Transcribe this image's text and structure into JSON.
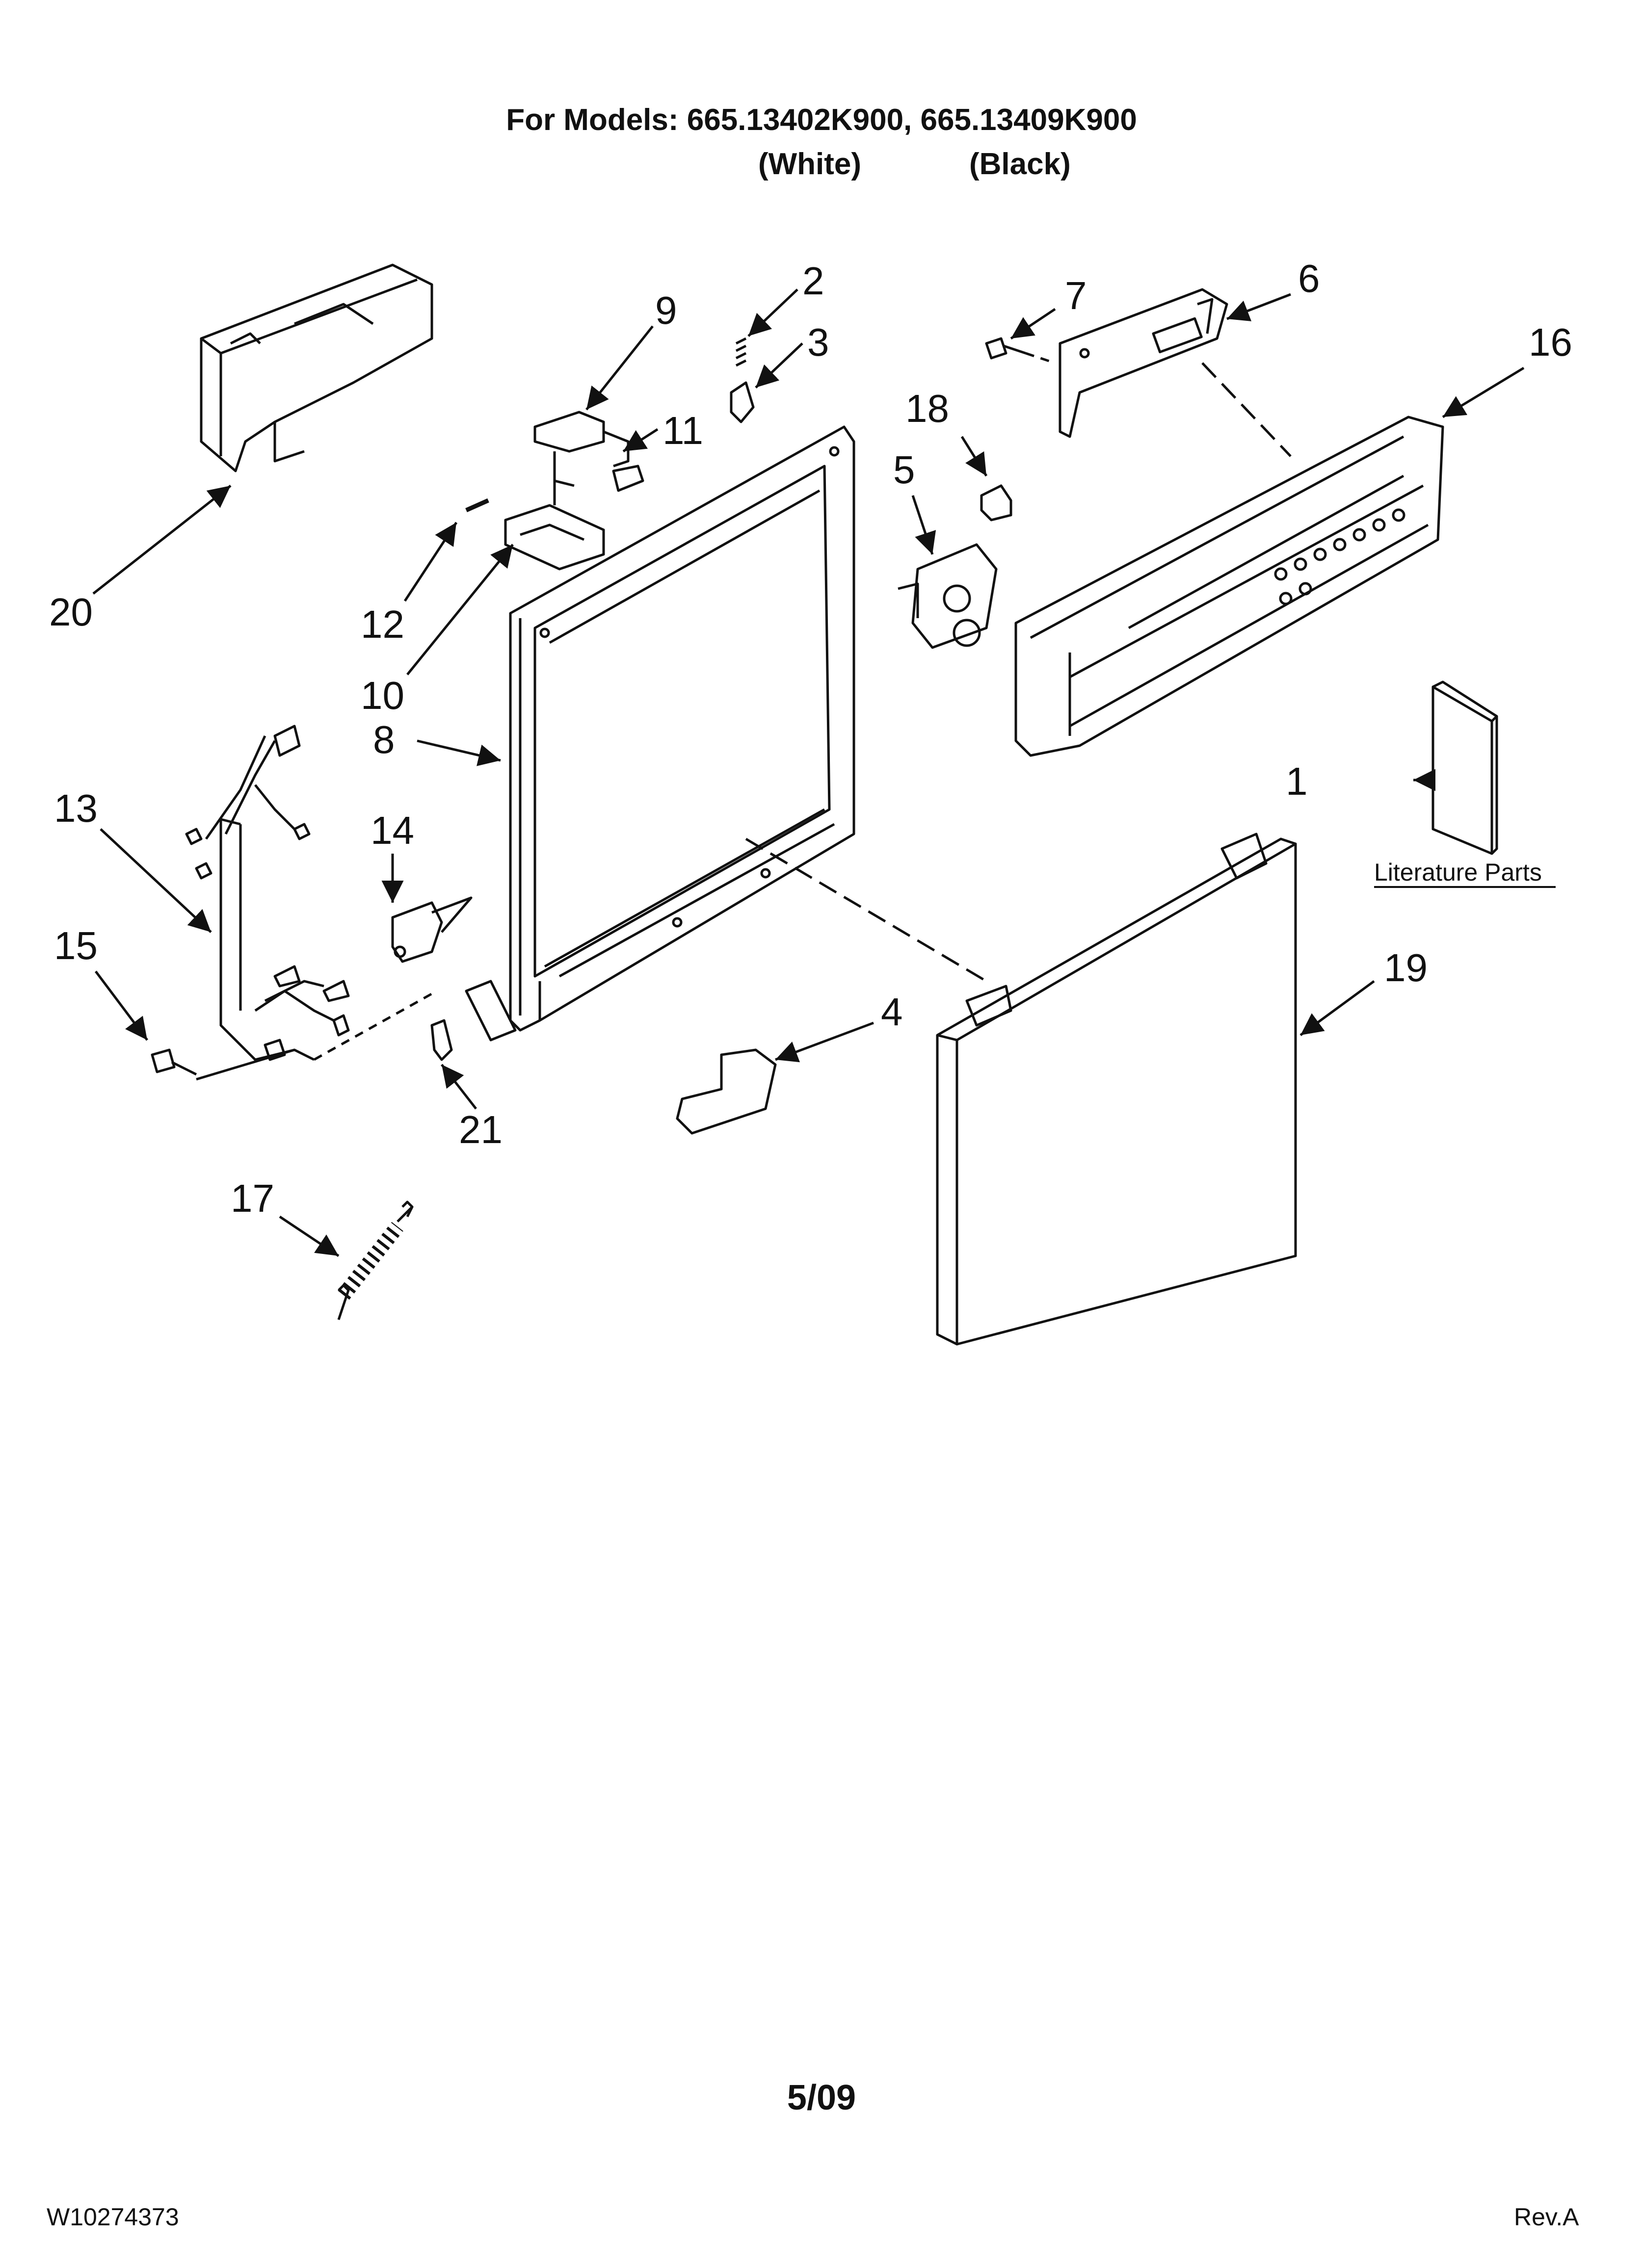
{
  "header": {
    "models_line": "For Models: 665.13402K900, 665.13409K900",
    "color_white": "(White)",
    "color_black": "(Black)"
  },
  "callouts": [
    "1",
    "2",
    "3",
    "4",
    "5",
    "6",
    "7",
    "8",
    "9",
    "10",
    "11",
    "12",
    "13",
    "14",
    "15",
    "16",
    "17",
    "18",
    "19",
    "20",
    "21"
  ],
  "literature_label": "Literature Parts",
  "footer": {
    "date": "5/09",
    "part_number": "W10274373",
    "revision": "Rev.A"
  }
}
